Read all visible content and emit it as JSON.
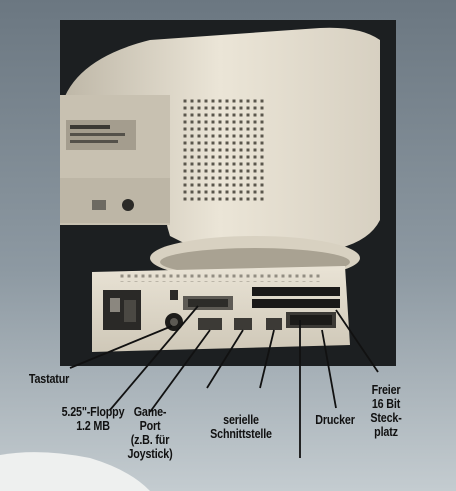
{
  "image": {
    "subject": "",
    "colors": {
      "background_top": "#6f7c86",
      "background_bottom": "#b9c2c7",
      "photo_dark": "#1a1d1f",
      "monitor_plastic": "#e6e0d2",
      "label_text": "#111111"
    }
  },
  "labels": {
    "tastatur": "Tastatur",
    "floppy": [
      "5.25\"-Floppy",
      "1.2 MB"
    ],
    "gameport": [
      "Game-",
      "Port",
      "(z.B. für",
      "Joystick)"
    ],
    "seriell": [
      "serielle",
      "Schnittstelle"
    ],
    "drucker": "Drucker",
    "slot": [
      "Freier",
      "16 Bit",
      "Steck-",
      "platz"
    ]
  }
}
